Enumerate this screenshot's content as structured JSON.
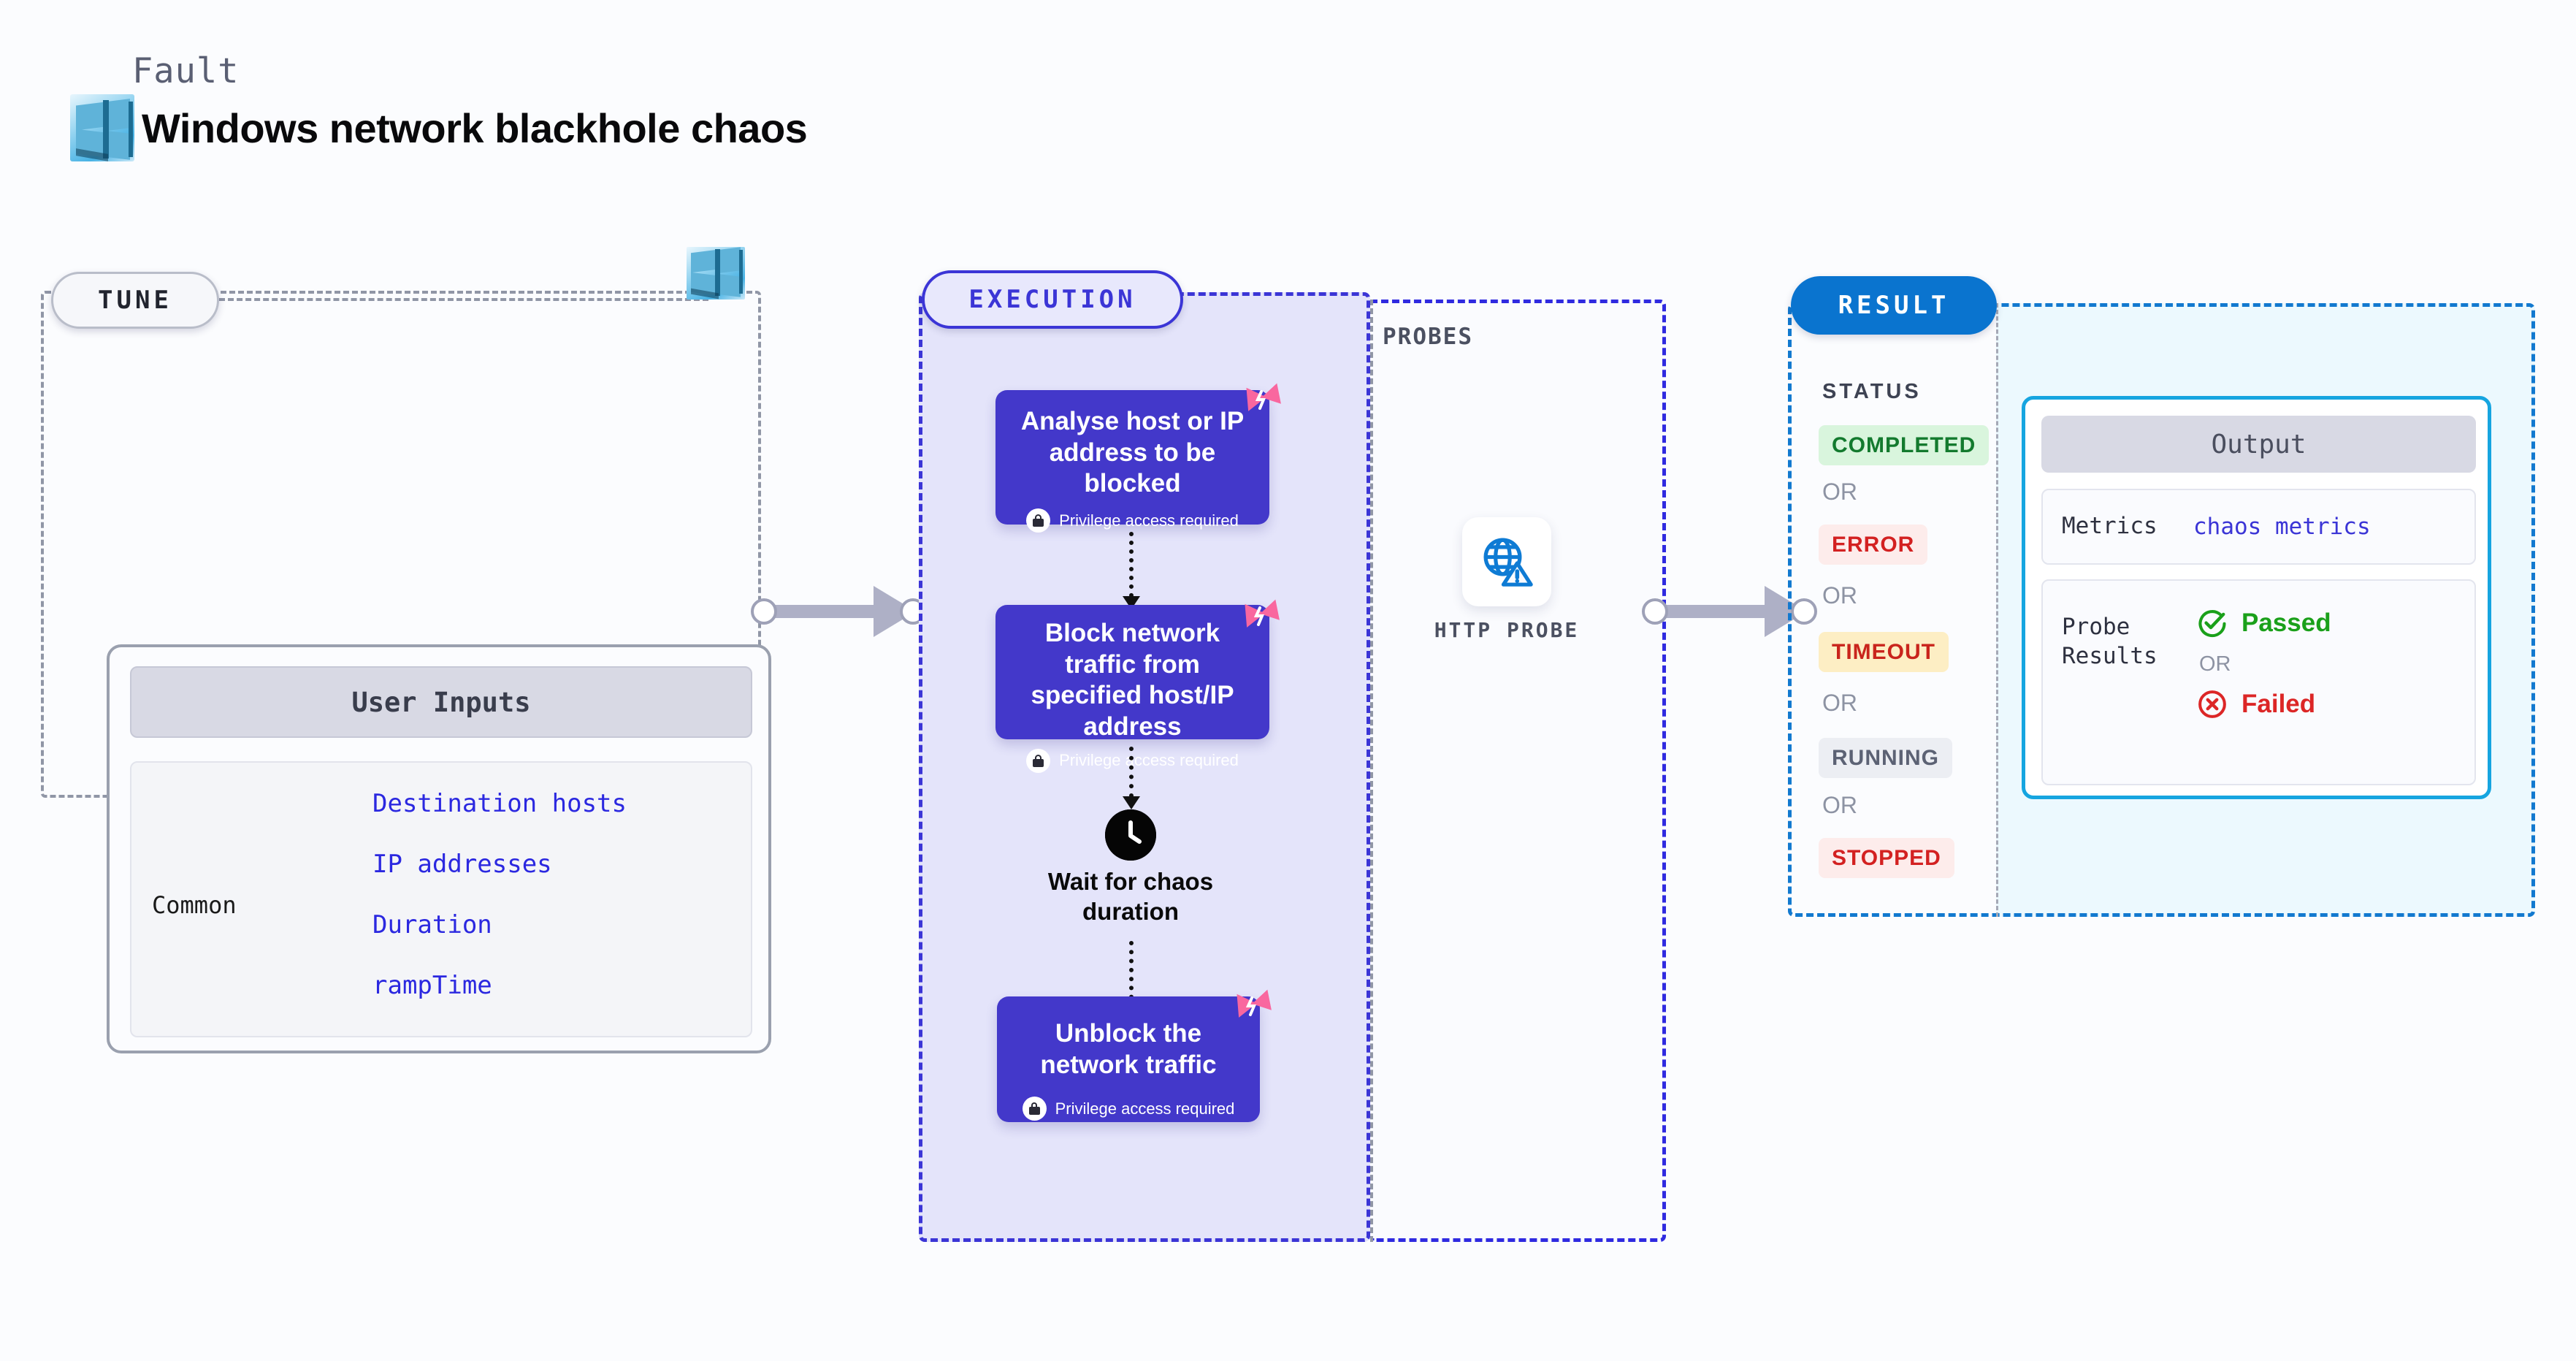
{
  "header": {
    "kicker": "Fault",
    "title": "Windows network blackhole chaos",
    "logo_icon": "windows-logo-icon"
  },
  "tune": {
    "pill_label": "TUNE",
    "card_header": "User Inputs",
    "group_label": "Common",
    "inputs": [
      "Destination hosts",
      "IP addresses",
      "Duration",
      "rampTime"
    ],
    "badge_icon": "windows-logo-icon"
  },
  "execution": {
    "pill_label": "EXECUTION",
    "steps": [
      {
        "title": "Analyse host or IP address to be blocked",
        "privilege_note": "Privilege access required",
        "lock_icon": "lock-icon",
        "marker_icon": "chaos-fault-marker-icon"
      },
      {
        "title": "Block network traffic from specified host/IP address",
        "privilege_note": "Privilege access required",
        "lock_icon": "lock-icon",
        "marker_icon": "chaos-fault-marker-icon"
      },
      {
        "title": "Unblock the network traffic",
        "privilege_note": "Privilege access required",
        "lock_icon": "lock-icon",
        "marker_icon": "chaos-fault-marker-icon"
      }
    ],
    "wait_step": {
      "label": "Wait for chaos duration",
      "icon": "clock-icon"
    }
  },
  "probes": {
    "section_label": "PROBES",
    "items": [
      {
        "caption": "HTTP PROBE",
        "icon": "globe-warning-icon"
      }
    ]
  },
  "result": {
    "pill_label": "RESULT",
    "status_label": "STATUS",
    "or_label": "OR",
    "statuses": [
      {
        "label": "COMPLETED",
        "color": "#137a2e",
        "bg": "#d9f5dd"
      },
      {
        "label": "ERROR",
        "color": "#d32121",
        "bg": "#fdeceb"
      },
      {
        "label": "TIMEOUT",
        "color": "#c9241c",
        "bg": "#fdeec4"
      },
      {
        "label": "RUNNING",
        "color": "#5c6274",
        "bg": "#eceef3"
      },
      {
        "label": "STOPPED",
        "color": "#d32121",
        "bg": "#fdeceb"
      }
    ],
    "output": {
      "header": "Output",
      "metrics_label": "Metrics",
      "metrics_value": "chaos metrics",
      "probe_results_label": "Probe Results",
      "or_label": "OR",
      "passed_label": "Passed",
      "failed_label": "Failed",
      "passed_icon": "check-circle-icon",
      "failed_icon": "x-circle-icon",
      "passed_color": "#1aa01a",
      "failed_color": "#dc2626"
    }
  },
  "connectors": [
    {
      "name": "tune-to-execution"
    },
    {
      "name": "probes-to-result"
    }
  ],
  "colors": {
    "page_bg": "#fbfcfe",
    "execution_accent": "#3b35d6",
    "execution_fill": "#e4e4fa",
    "result_accent": "#1279cf",
    "result_fill": "#ecf9fe",
    "tune_accent": "#9096a6",
    "input_text": "#2b28e0",
    "marker_pink": "#f9679f"
  }
}
